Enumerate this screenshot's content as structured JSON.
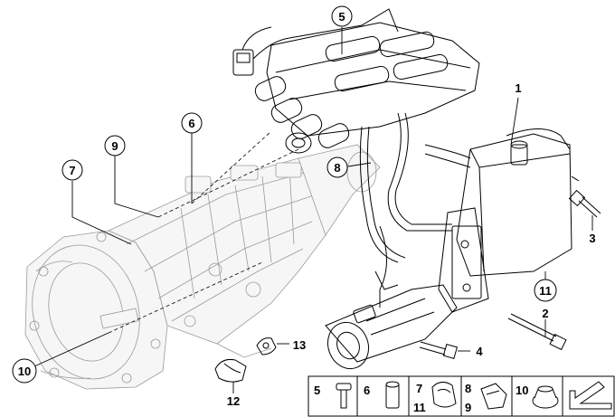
{
  "callouts": {
    "c1": "1",
    "c2": "2",
    "c3": "3",
    "c4": "4",
    "c5": "5",
    "c6": "6",
    "c7": "7",
    "c8": "8",
    "c9": "9",
    "c10": "10",
    "c11": "11",
    "c12": "12",
    "c13": "13"
  },
  "legend": {
    "cell1": [
      "5"
    ],
    "cell2": [
      "6"
    ],
    "cell3": [
      "7",
      "11"
    ],
    "cell4": [
      "8",
      "9"
    ],
    "cell5": [
      "10"
    ],
    "cell6": []
  },
  "icons": {
    "legend_arrow": "arrow-icon"
  }
}
